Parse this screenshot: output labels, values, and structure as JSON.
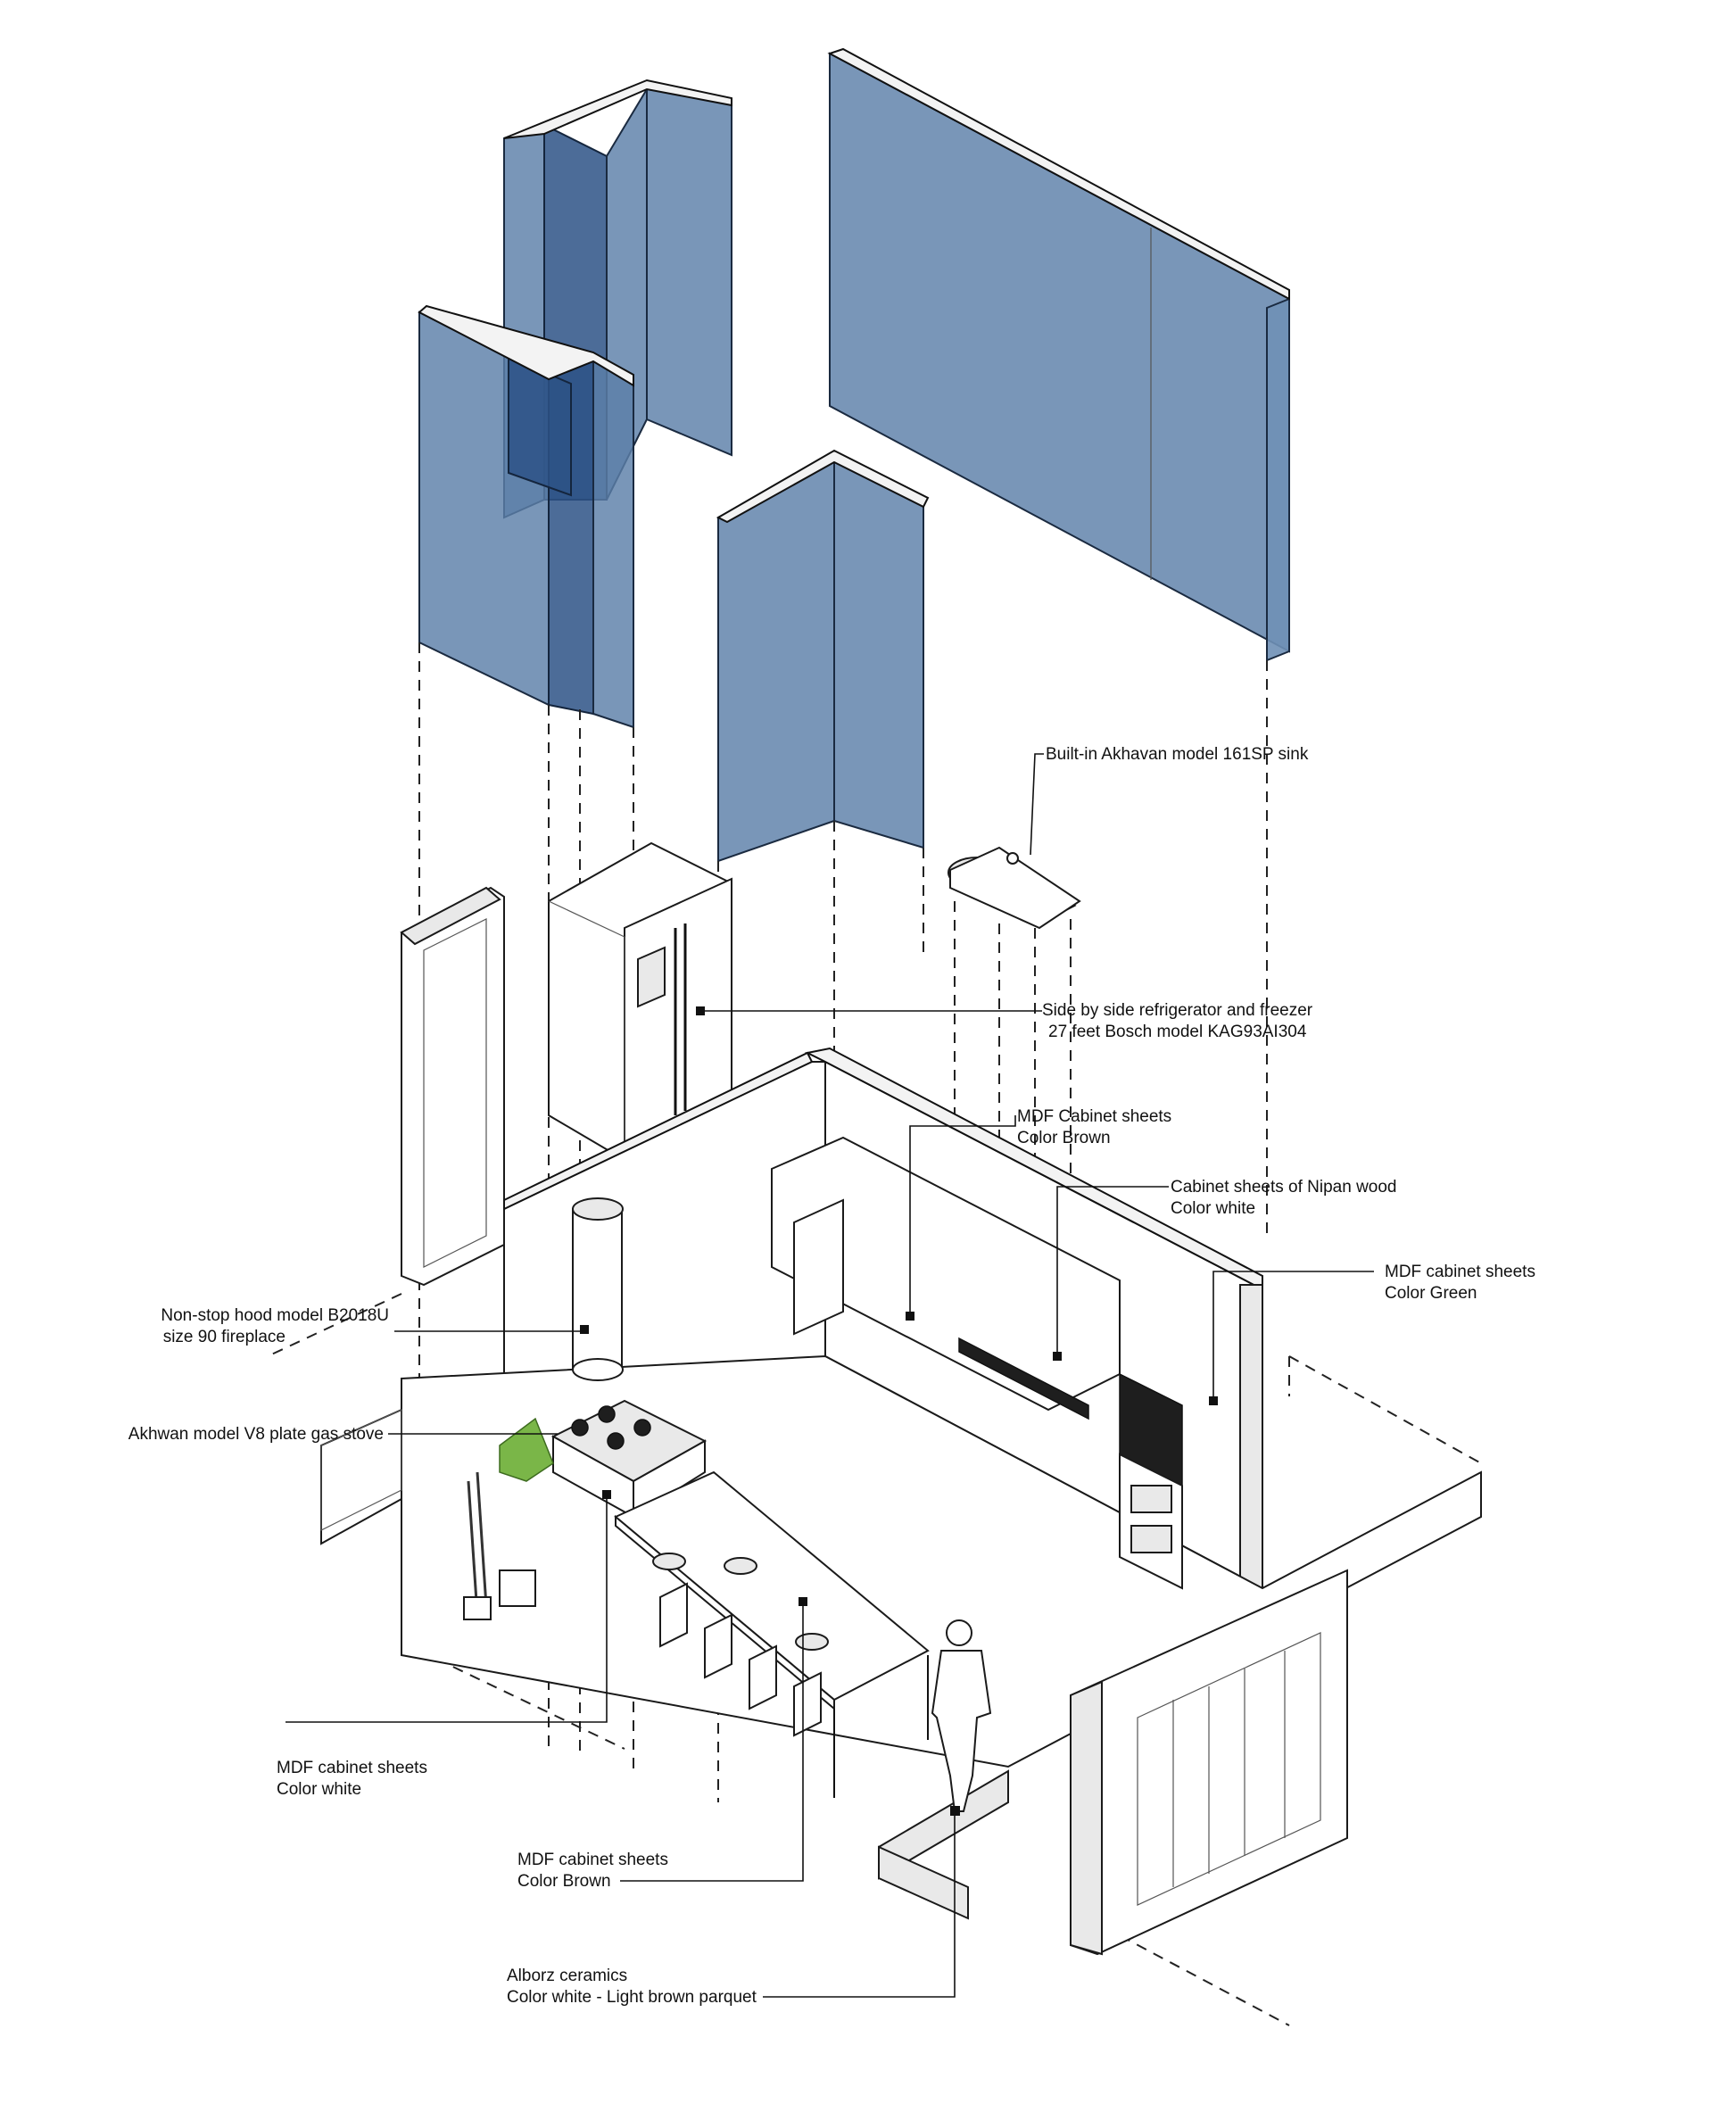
{
  "diagram": {
    "labels": {
      "sink": "Built-in Akhavan model 161SP sink",
      "fridge_1": "Side by side refrigerator and freezer",
      "fridge_2": "27 feet Bosch model KAG93AI304",
      "mdf_brown_upper_1": "MDF Cabinet sheets",
      "mdf_brown_upper_2": "Color Brown",
      "nipan_1": "Cabinet sheets of Nipan wood",
      "nipan_2": "Color white",
      "mdf_green_1": "MDF cabinet sheets",
      "mdf_green_2": "Color Green",
      "hood_1": "Non-stop hood model B2018U",
      "hood_2": "size 90 fireplace",
      "stove": "Akhwan model V8 plate gas stove",
      "mdf_white_1": "MDF cabinet sheets",
      "mdf_white_2": "Color white",
      "mdf_brown_lower_1": "MDF cabinet sheets",
      "mdf_brown_lower_2": "Color Brown",
      "floor_1": "Alborz ceramics",
      "floor_2": "Color white - Light brown parquet"
    },
    "colors": {
      "glass_wall": "#5b7fa8",
      "glass_wall_dark": "#2d5286",
      "line": "#111111"
    }
  }
}
